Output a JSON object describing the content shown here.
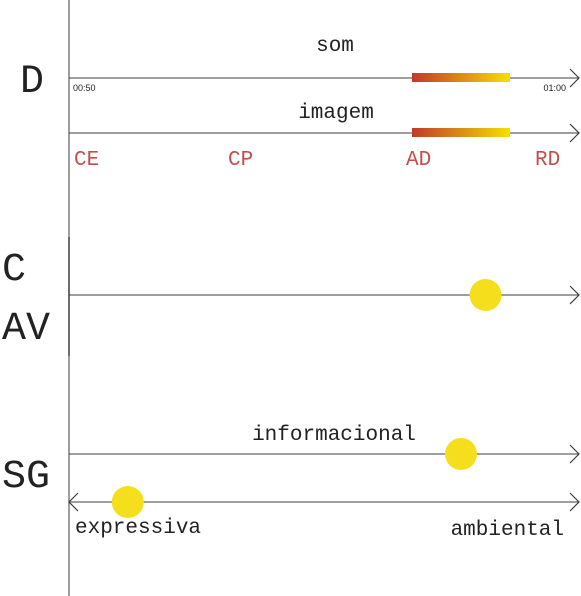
{
  "sections": {
    "d": {
      "label": "D",
      "timeline_start": "00:50",
      "timeline_end": "01:00",
      "tracks": [
        {
          "label": "som",
          "highlight_start": 0.7,
          "highlight_end": 0.9
        },
        {
          "label": "imagem",
          "highlight_start": 0.7,
          "highlight_end": 0.9
        }
      ],
      "scale_labels": [
        "CE",
        "CP",
        "AD",
        "RD"
      ]
    },
    "cav": {
      "label_line1": "C",
      "label_line2": "AV",
      "marker_value": 0.85
    },
    "sg": {
      "label": "SG",
      "informacional_label": "informacional",
      "informacional_marker": 0.8,
      "expressiva_label": "expressiva",
      "ambiental_label": "ambiental",
      "expressiva_ambiental_marker": 0.12
    }
  },
  "colors": {
    "line": "#3c3c3c",
    "scale_label": "#c0504d",
    "highlight_from": "#c0392b",
    "highlight_to": "#f5e000",
    "marker": "#f5df1c"
  }
}
